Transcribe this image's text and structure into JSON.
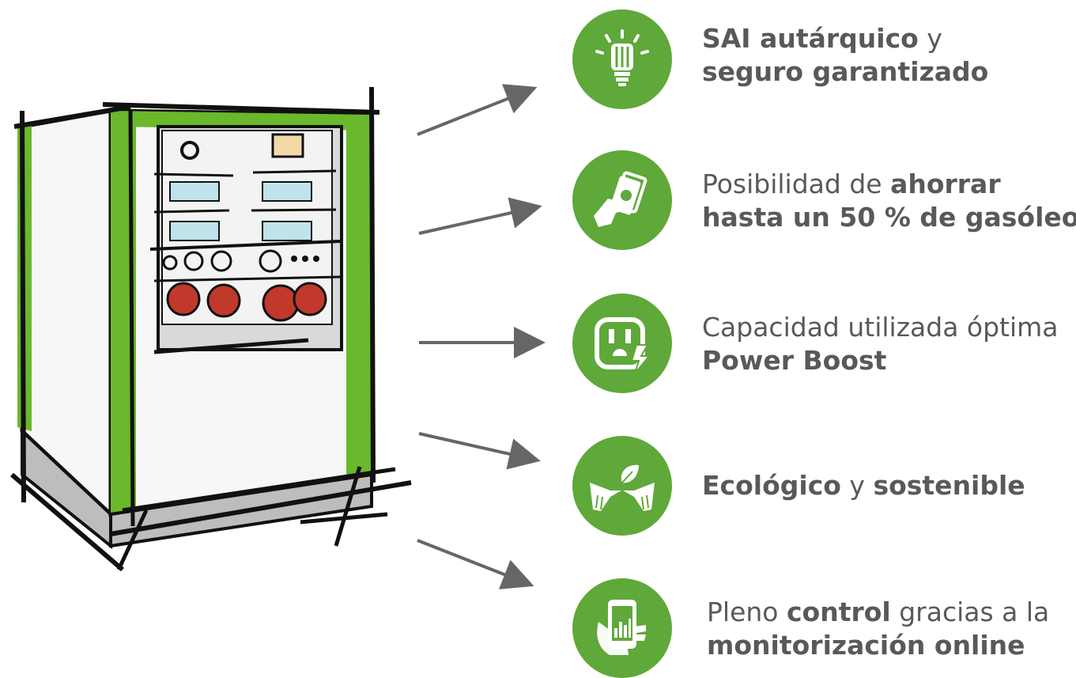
{
  "features": [
    {
      "icon": "light-bulb-icon",
      "lines": [
        [
          {
            "t": "SAI autárquico",
            "b": true
          },
          {
            "t": " y",
            "b": false
          }
        ],
        [
          {
            "t": "seguro garantizado",
            "b": true
          }
        ]
      ]
    },
    {
      "icon": "hand-money-icon",
      "lines": [
        [
          {
            "t": "Posibilidad de ",
            "b": false
          },
          {
            "t": "ahorrar",
            "b": true
          }
        ],
        [
          {
            "t": "hasta un 50 % de gasóleo",
            "b": true
          }
        ]
      ]
    },
    {
      "icon": "power-outlet-icon",
      "lines": [
        [
          {
            "t": "Capacidad utilizada óptima",
            "b": false
          }
        ],
        [
          {
            "t": "Power Boost",
            "b": true
          }
        ]
      ]
    },
    {
      "icon": "eco-hands-leaf-icon",
      "lines": [
        [
          {
            "t": "Ecológico",
            "b": true
          },
          {
            "t": " y ",
            "b": false
          },
          {
            "t": "sostenible",
            "b": true
          }
        ]
      ]
    },
    {
      "icon": "smartphone-chart-icon",
      "lines": [
        [
          {
            "t": "Pleno ",
            "b": false
          },
          {
            "t": "control",
            "b": true
          },
          {
            "t": " gracias a la",
            "b": false
          }
        ],
        [
          {
            "t": "monitorización online",
            "b": true
          }
        ]
      ]
    }
  ],
  "colors": {
    "icon_bg": "#5fa83a",
    "text": "#595959",
    "arrow": "#666666",
    "cabinet_green": "#6ab82b",
    "cabinet_grey": "#b4b4b4",
    "socket_red": "#c0392b"
  }
}
